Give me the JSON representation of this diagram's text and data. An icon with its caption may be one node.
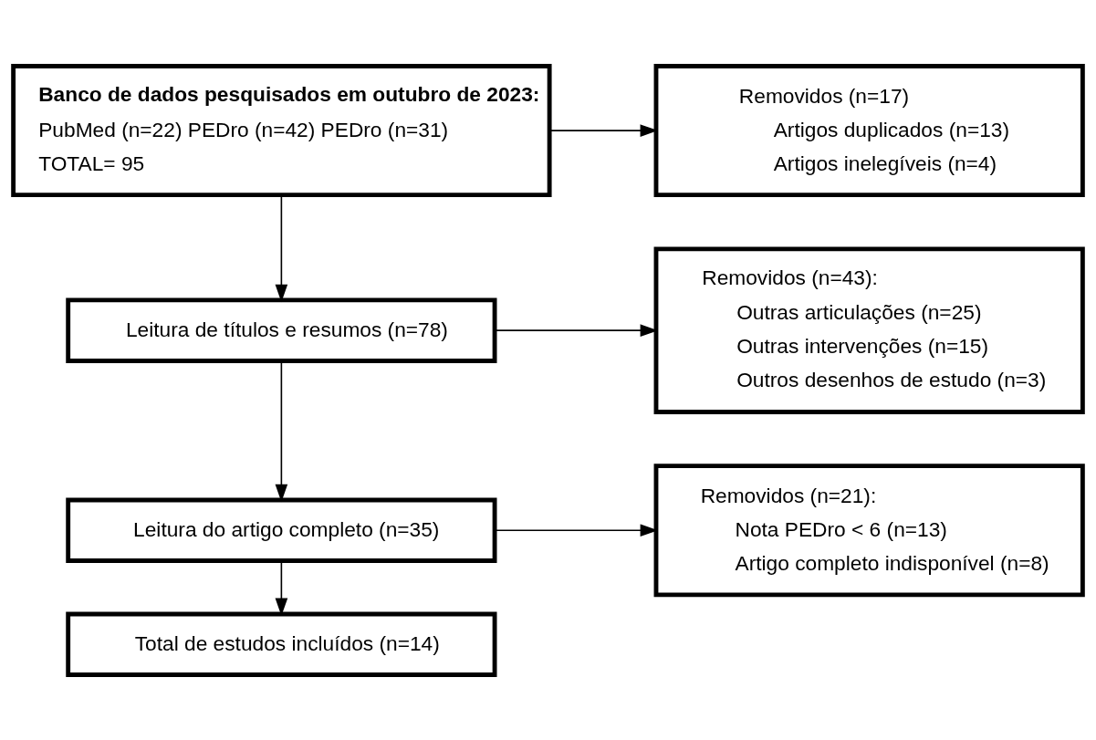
{
  "diagram": {
    "nodes": [
      {
        "text": [
          "Banco de dados pesquisados em outubro de 2023:",
          "PubMed (n=22) PEDro (n=42) PEDro (n=31)",
          "TOTAL= 95"
        ]
      },
      {
        "text": [
          "Removidos (n=17)",
          "Artigos duplicados (n=13)",
          "Artigos inelegíveis (n=4)"
        ]
      },
      {
        "text": [
          "Leitura de títulos e resumos (n=78)"
        ]
      },
      {
        "text": [
          "Removidos (n=43):",
          "Outras articulações (n=25)",
          "Outras intervenções (n=15)",
          "Outros desenhos de estudo (n=3)"
        ]
      },
      {
        "text": [
          "Leitura do artigo completo (n=35)"
        ]
      },
      {
        "text": [
          "Removidos (n=21):",
          "Nota PEDro < 6 (n=13)",
          "Artigo completo indisponível (n=8)"
        ]
      },
      {
        "text": [
          "Total de estudos incluídos (n=14)"
        ]
      }
    ],
    "edges": [
      {
        "from": 0,
        "to": 1,
        "arrow": "to"
      },
      {
        "from": 0,
        "to": 2,
        "arrow": "to"
      },
      {
        "from": 2,
        "to": 3,
        "arrow": "to"
      },
      {
        "from": 2,
        "to": 4,
        "arrow": "to"
      },
      {
        "from": 4,
        "to": 5,
        "arrow": "to"
      },
      {
        "from": 4,
        "to": 6,
        "arrow": "to"
      }
    ]
  }
}
